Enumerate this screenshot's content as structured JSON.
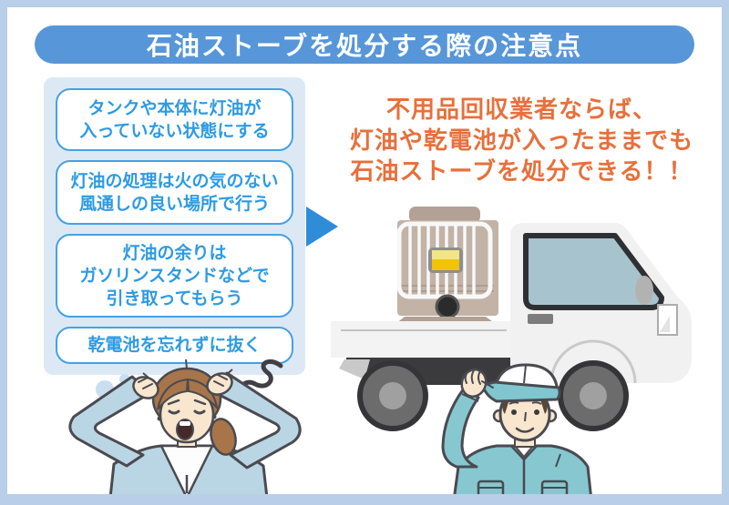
{
  "title": "石油ストーブを処分する際の注意点",
  "checklist": {
    "items": [
      "タンクや本体に灯油が\n入っていない状態にする",
      "灯油の処理は火の気のない\n風通しの良い場所で行う",
      "灯油の余りは\nガソリンスタンドなどで\n引き取ってもらう",
      "乾電池を忘れずに抜く"
    ]
  },
  "callout": {
    "lines": [
      "不用品回収業者ならば、",
      "灯油や乾電池が入ったままでも",
      "石油ストーブを処分できる！！"
    ]
  },
  "icons": [
    "arrow-right-icon",
    "kerosene-stove-illustration",
    "truck-illustration",
    "frustrated-woman-illustration",
    "worker-man-illustration",
    "scribble-icon",
    "steam-dots-icon"
  ],
  "colors": {
    "frame_border": "#B8CEE9",
    "title_bg": "#5796D8",
    "title_text": "#FFFFFF",
    "panel_bg": "#DCE9F5",
    "box_border": "#45A1E3",
    "box_text": "#2D9BE3",
    "arrow": "#2F8CD9",
    "callout_text": "#E7703C",
    "jacket_teal": "#87C8D0",
    "cardigan_blue": "#BAD5E4",
    "stove_tan": "#C2B3A6",
    "flame_yellow": "#EFC40A"
  }
}
